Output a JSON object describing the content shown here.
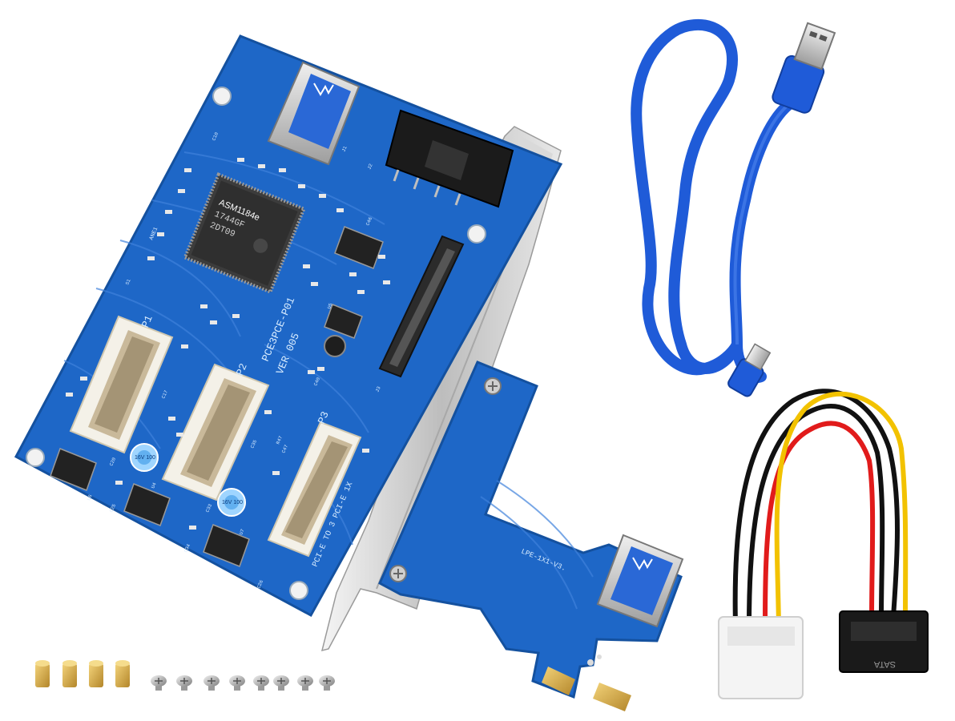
{
  "board": {
    "model_label": "PCE3PCE-P01",
    "version_label": "VER 005",
    "description_label": "PCI-E TO 3 PCI-E 1X",
    "slot_labels": [
      "P1",
      "P2",
      "P3"
    ],
    "chip_marking_1": "ASM1184e",
    "chip_marking_2": "1744GF",
    "chip_marking_3": "2DT09",
    "chip_marking_4": "ANE1",
    "refdes": {
      "j1": "J1",
      "j2": "J2",
      "j3": "J3",
      "c10": "C10",
      "c17": "C17",
      "c20": "C20",
      "c33": "C33",
      "c34": "C34",
      "c35": "C35",
      "c40": "C40",
      "c46": "C46",
      "c47": "C47",
      "r47": "R47",
      "u4": "U4",
      "u6": "U6",
      "u7": "U7",
      "u5": "U5",
      "c26": "C26",
      "c25": "C25",
      "s1": "S1"
    },
    "capacitor_label": "16V 100"
  },
  "adapter": {
    "model_label": "LPE-1X1-V3."
  },
  "power_cable": {
    "sata_label": "SATA"
  },
  "colors": {
    "pcb_blue": "#1e67c7",
    "pcb_dark": "#0f4aa0",
    "cable_blue": "#1f5bd8",
    "wire_yellow": "#f2c200",
    "wire_red": "#e11b1b",
    "wire_black": "#111111",
    "bracket_silver": "#c8c8c8",
    "gold": "#d9b04a"
  }
}
